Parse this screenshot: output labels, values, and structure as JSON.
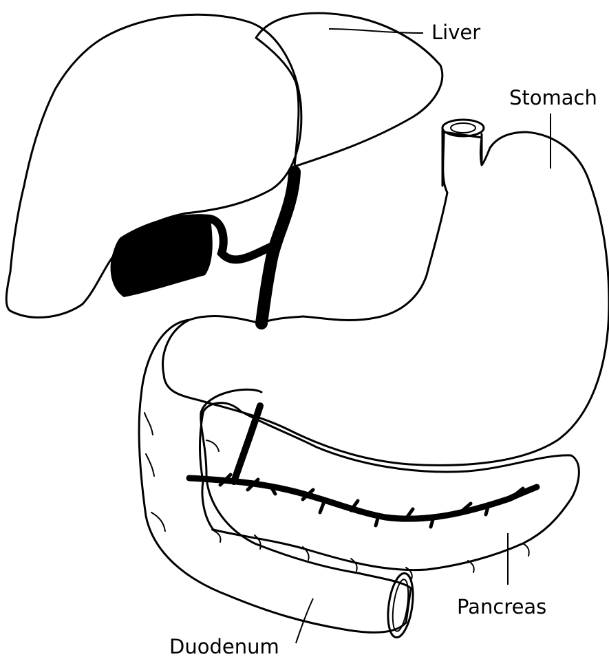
{
  "labels": {
    "liver": "Liver",
    "stomach": "Stomach",
    "pancreas": "Pancreas",
    "duodenum": "Duodenum"
  },
  "colors": {
    "ink": "#000000",
    "background": "#ffffff"
  }
}
